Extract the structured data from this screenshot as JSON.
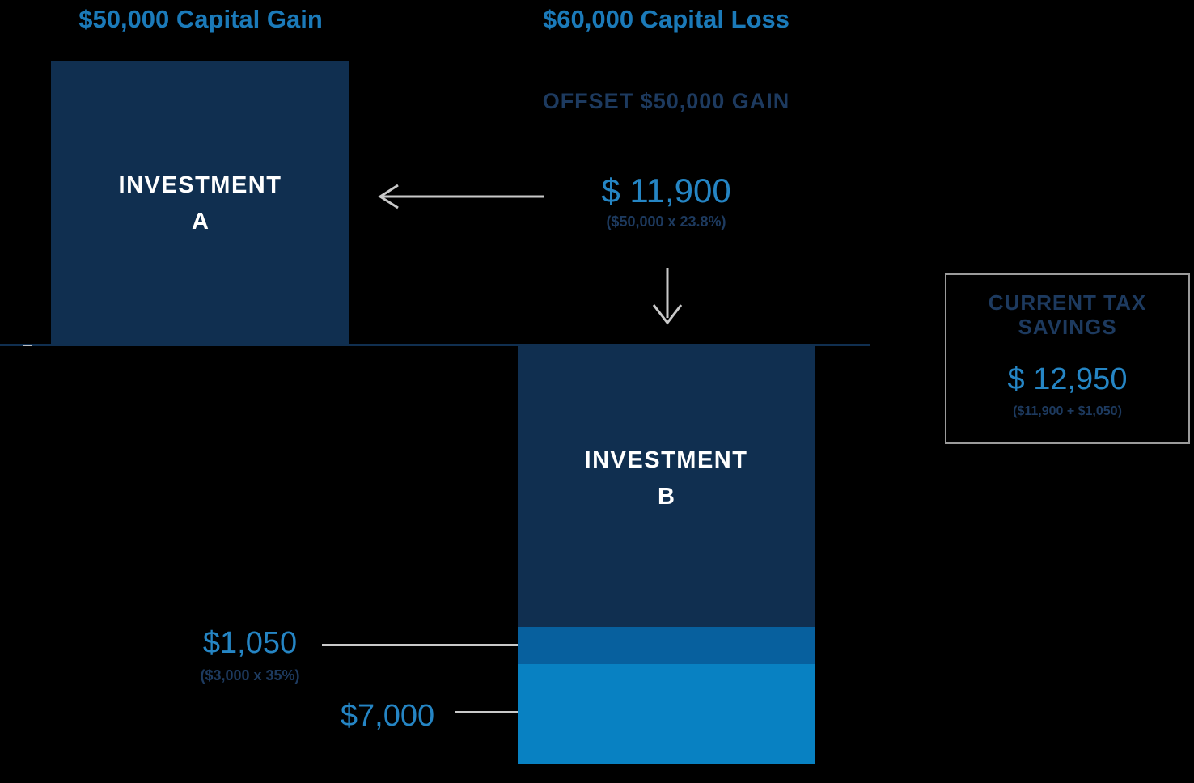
{
  "colors": {
    "background": "#000000",
    "blue-text": "#1b7ab9",
    "blue-amount": "#2585c4",
    "navy-text": "#1d3a5f",
    "navy-fill": "#102f50",
    "deduction-fill": "#07609e",
    "carryforward-fill": "#0881c2",
    "arrow-gray": "#c9c9c9",
    "border-gray": "#9b9b9b"
  },
  "gain": {
    "title": "$50,000 Capital Gain",
    "box_line1": "INVESTMENT",
    "box_line2": "A"
  },
  "loss": {
    "title": "$60,000 Capital Loss",
    "offset_label": "OFFSET $50,000 GAIN",
    "offset_amount": "$ 11,900",
    "offset_formula": "($50,000 x 23.8%)",
    "box_line1": "INVESTMENT",
    "box_line2": "B"
  },
  "deduction": {
    "amount": "$1,050",
    "formula": "($3,000 x 35%)"
  },
  "carryforward": {
    "amount": "$7,000"
  },
  "savings": {
    "title_line1": "CURRENT TAX",
    "title_line2": "SAVINGS",
    "amount": "$ 12,950",
    "formula": "($11,900 + $1,050)"
  }
}
